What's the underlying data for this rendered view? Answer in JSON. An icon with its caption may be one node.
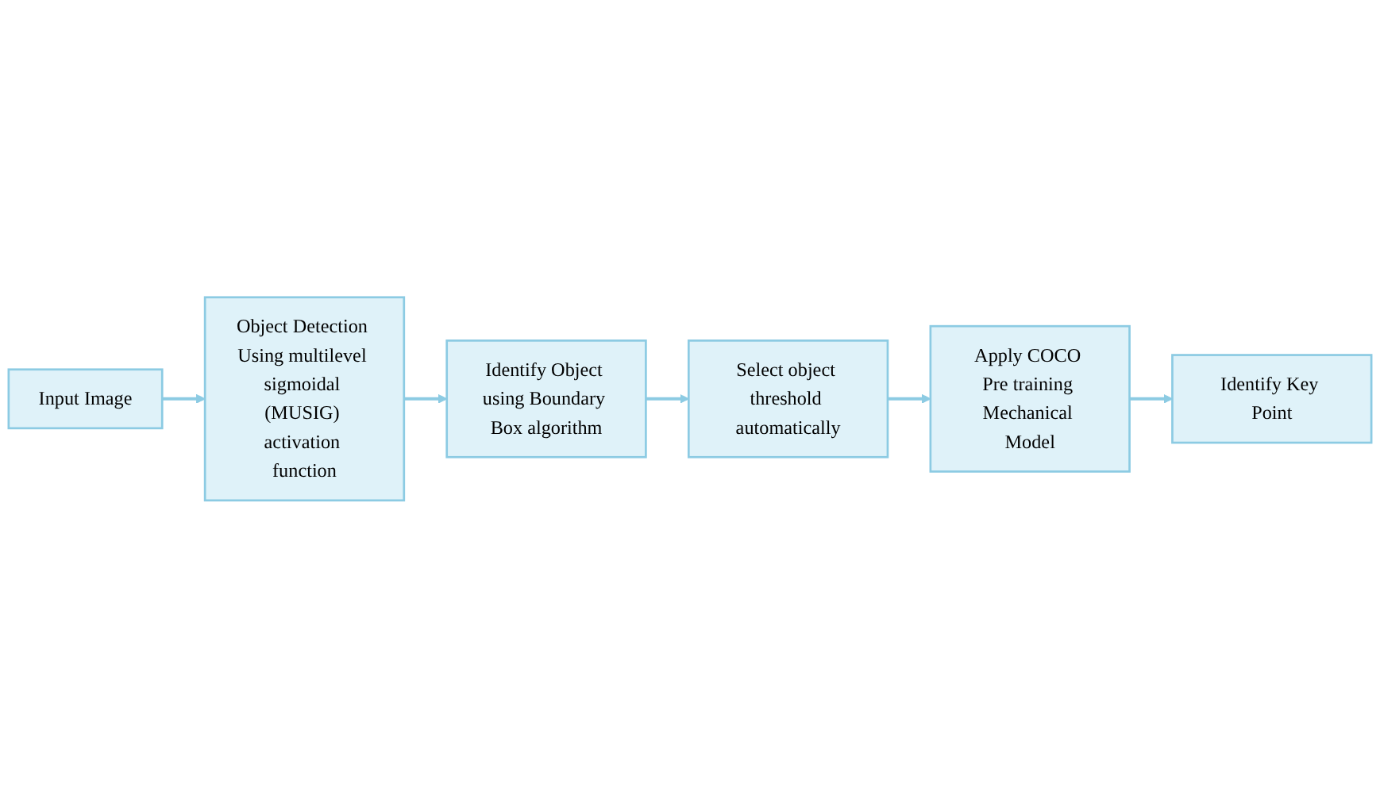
{
  "diagram": {
    "nodes": [
      {
        "text": [
          "Input Image"
        ]
      },
      {
        "text": [
          "Object Detection Using multilevel sigmoidal (MUSIG) activation function"
        ]
      },
      {
        "text": [
          "Identify Object using Boundary Box algorithm"
        ]
      },
      {
        "text": [
          "Identify Key Point"
        ]
      },
      {
        "text": [
          "Apply COCO Pre training Mechanical Model"
        ]
      },
      {
        "text": [
          "Select object threshold automatically"
        ]
      }
    ],
    "edges": [
      {
        "from": 0,
        "to": 1,
        "arrow": "to"
      },
      {
        "from": 1,
        "to": 2,
        "arrow": "to"
      },
      {
        "from": 2,
        "to": 5,
        "arrow": "to"
      },
      {
        "from": 5,
        "to": 4,
        "arrow": "to"
      },
      {
        "from": 4,
        "to": 3,
        "arrow": "to"
      }
    ]
  }
}
